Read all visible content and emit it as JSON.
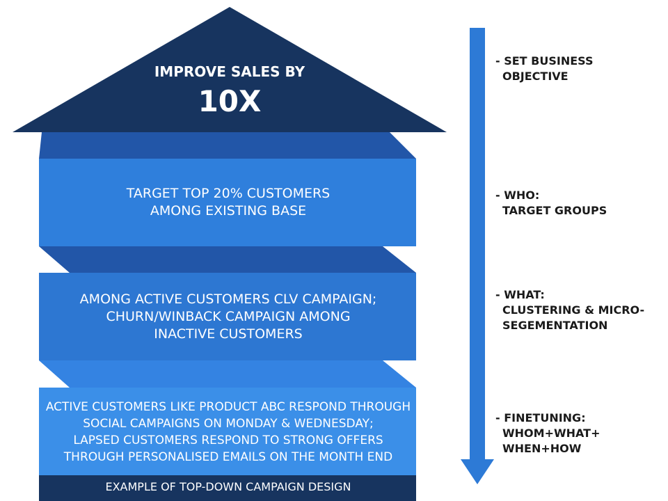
{
  "levels": {
    "objective": {
      "title": "IMPROVE SALES BY",
      "value": "10X"
    },
    "target": {
      "line1": "TARGET TOP 20% CUSTOMERS",
      "line2": "AMONG EXISTING BASE"
    },
    "campaign": {
      "line1": "AMONG ACTIVE CUSTOMERS CLV CAMPAIGN;",
      "line2": "CHURN/WINBACK CAMPAIGN AMONG",
      "line3": "INACTIVE CUSTOMERS"
    },
    "finetune": {
      "line1": "ACTIVE CUSTOMERS LIKE PRODUCT ABC RESPOND THROUGH",
      "line2": "SOCIAL CAMPAIGNS ON MONDAY & WEDNESDAY;",
      "line3": "LAPSED CUSTOMERS RESPOND TO STRONG OFFERS",
      "line4": "THROUGH PERSONALISED EMAILS ON THE MONTH END"
    },
    "caption": "EXAMPLE OF TOP-DOWN CAMPAIGN DESIGN"
  },
  "steps": [
    {
      "line1": "- SET BUSINESS",
      "line2": "OBJECTIVE"
    },
    {
      "line1": "- WHO:",
      "line2": "TARGET GROUPS"
    },
    {
      "line1": "- WHAT:",
      "line2": "CLUSTERING & MICRO-",
      "line3": "SEGEMENTATION"
    },
    {
      "line1": "- FINETUNING:",
      "line2": "WHOM+WHAT+",
      "line3": "WHEN+HOW"
    }
  ],
  "colors": {
    "navy": "#17345f",
    "blue_mid": "#2f79d4",
    "blue_dark_fold": "#2256a8",
    "blue_light": "#3b8fe8",
    "arrow": "#2d7ad6"
  }
}
